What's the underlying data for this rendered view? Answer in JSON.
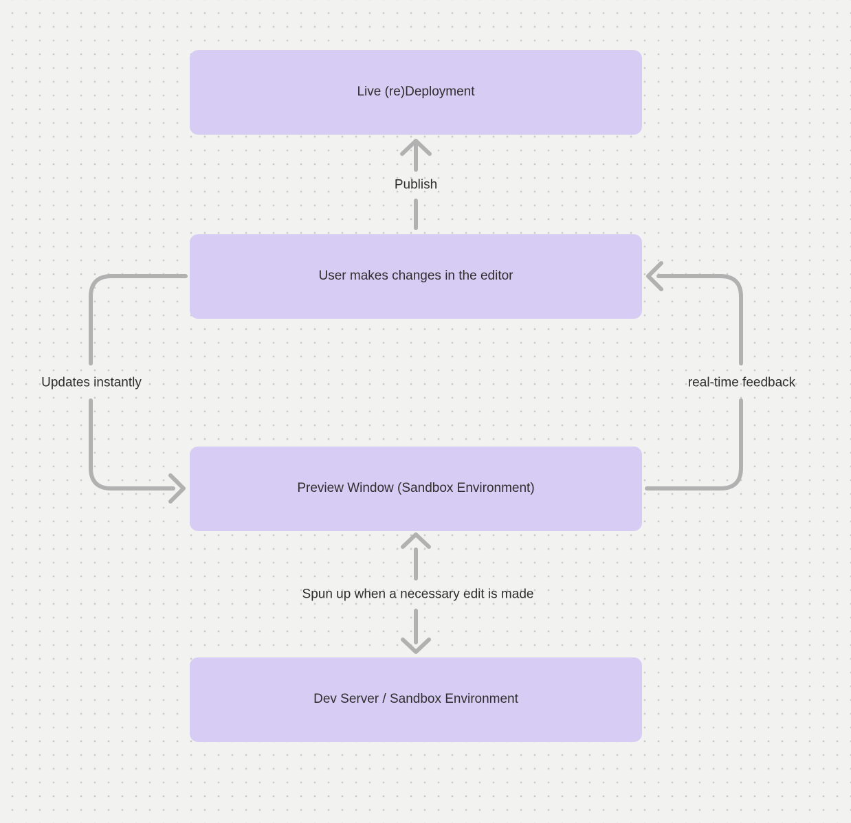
{
  "diagram": {
    "type": "flowchart",
    "nodes": [
      {
        "id": "live-redeployment",
        "label": "Live (re)Deployment"
      },
      {
        "id": "user-editor",
        "label": "User makes changes in the editor"
      },
      {
        "id": "preview-window",
        "label": "Preview Window (Sandbox Environment)"
      },
      {
        "id": "dev-server",
        "label": "Dev Server / Sandbox Environment"
      }
    ],
    "edges": [
      {
        "id": "publish",
        "label": "Publish",
        "from": "user-editor",
        "to": "live-redeployment",
        "direction": "up"
      },
      {
        "id": "updates-instantly",
        "label": "Updates instantly",
        "from": "user-editor",
        "to": "preview-window",
        "side": "left",
        "direction": "down"
      },
      {
        "id": "realtime-feedback",
        "label": "real-time feedback",
        "from": "preview-window",
        "to": "user-editor",
        "side": "right",
        "direction": "up"
      },
      {
        "id": "spun-up",
        "label": "Spun up when a necessary edit is made",
        "from": "preview-window",
        "to": "dev-server",
        "direction": "both"
      }
    ],
    "colors": {
      "background": "#f2f2f1",
      "dot": "#c9c9c9",
      "node_fill": "#d7cdf4",
      "node_text": "#2d2d2d",
      "connector": "#b1b1b1",
      "label_text": "#2d2d2d"
    }
  }
}
